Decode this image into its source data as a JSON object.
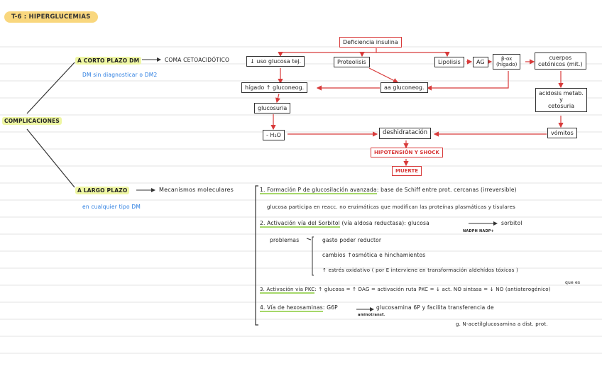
{
  "title": "T-6 : HIPERGLUCEMIAS",
  "root": "COMPLICACIONES",
  "short_term": {
    "label": "A CORTO PLAZO DM",
    "result": "COMA CETOACIDÓTICO",
    "note": "DM sin diagnosticar o DM2"
  },
  "long_term": {
    "label": "A LARGO PLAZO",
    "result": "Mecanismos moleculares",
    "note": "en cualquier tipo DM"
  },
  "flow": {
    "deficiencia": "Deficiencia insulina",
    "uso_glucosa": "↓ uso glucosa tej.",
    "proteolisis": "Proteolisis",
    "lipolisis": "Lipolisis",
    "ag": "AG",
    "box_ox_1": "β-ox",
    "box_ox_2": "(hígado)",
    "cuerpos_1": "cuerpos",
    "cuerpos_2": "cetónicos (mit.)",
    "higado": "hígado ↑ gluconeog.",
    "aa": "aa gluconeog.",
    "glucosuria": "glucosuria",
    "acidosis_1": "acidosis metab.",
    "acidosis_2": "y",
    "acidosis_3": "cetosuria",
    "h2o": "- H₂O",
    "deshidratacion": "deshidratación",
    "vomitos": "vómitos",
    "hipotension": "HIPOTENSIÓN Y SHOCK",
    "muerte": "MUERTE"
  },
  "mechanisms": {
    "m1_title": "1. Formación P de glucosilación avanzada",
    "m1_rest": ": base de Schiff entre prot. cercanas (irreversible)",
    "m1_detail": "glucosa participa en reacc. no enzimáticas que modifican las proteínas plasmáticas y tisulares",
    "m2_title": "2. Activación vía del Sorbitol",
    "m2_rest": "(vía aldosa reductasa): glucosa",
    "m2_product": "sorbitol",
    "m2_cofactor": "NADPH   NADP+",
    "problemas": "problemas",
    "p1": "gasto poder reductor",
    "p2": "cambios ↑osmótica e hinchamientos",
    "p3": "↑ estrés oxidativo ( por E interviene en transformación aldehídos tóxicos )",
    "m3_title": "3. Activación vía PKC",
    "m3_rest": ": ↑ glucosa = ↑ DAG = activación ruta PKC = ↓ act. NO sintasa = ↓ NO (antiaterogénico)",
    "m3_note": "que es",
    "m4_title": "4. Vía de hexosaminas",
    "m4_rest": ": G6P",
    "m4_enzyme": "aminotransf.",
    "m4_product": "glucosamina 6P y facilita transferencia de",
    "m4_detail": "g. N-acetilglucosamina a dist. prot."
  }
}
